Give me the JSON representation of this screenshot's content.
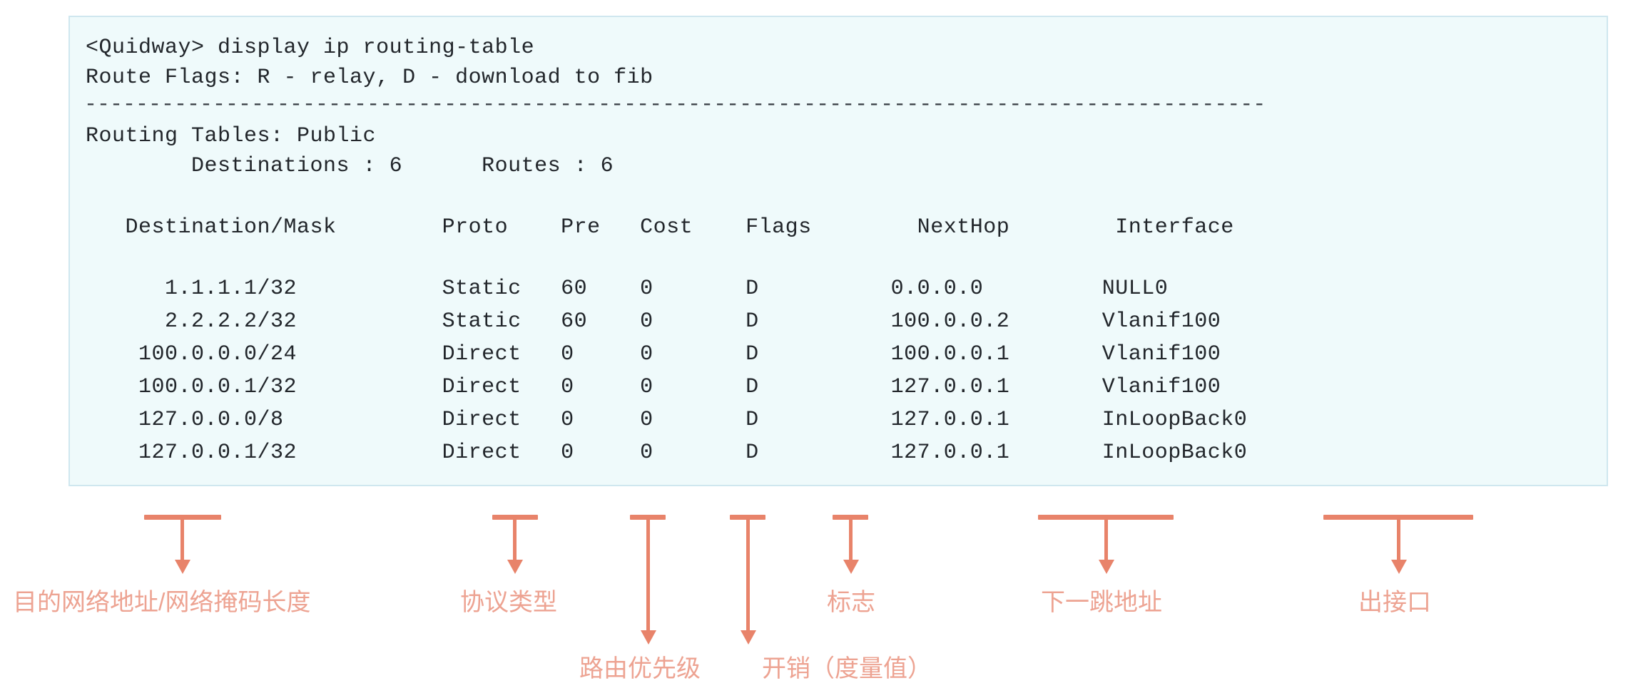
{
  "terminal": {
    "prompt_line": "<Quidway> display ip routing-table",
    "flags_line": "Route Flags: R - relay, D - download to fib",
    "divider": "--------------------------------------------------------------------------------------------",
    "tables_line": "Routing Tables: Public",
    "counts_line": "        Destinations : 6      Routes : 6",
    "column_header": "   Destination/Mask        Proto    Pre   Cost    Flags        NextHop        Interface",
    "columns": [
      "Destination/Mask",
      "Proto",
      "Pre",
      "Cost",
      "Flags",
      "NextHop",
      "Interface"
    ],
    "rows": [
      {
        "line": "      1.1.1.1/32           Static   60    0       D          0.0.0.0         NULL0",
        "destination": "1.1.1.1/32",
        "proto": "Static",
        "pre": "60",
        "cost": "0",
        "flags": "D",
        "nexthop": "0.0.0.0",
        "interface": "NULL0"
      },
      {
        "line": "      2.2.2.2/32           Static   60    0       D          100.0.0.2       Vlanif100",
        "destination": "2.2.2.2/32",
        "proto": "Static",
        "pre": "60",
        "cost": "0",
        "flags": "D",
        "nexthop": "100.0.0.2",
        "interface": "Vlanif100"
      },
      {
        "line": "    100.0.0.0/24           Direct   0     0       D          100.0.0.1       Vlanif100",
        "destination": "100.0.0.0/24",
        "proto": "Direct",
        "pre": "0",
        "cost": "0",
        "flags": "D",
        "nexthop": "100.0.0.1",
        "interface": "Vlanif100"
      },
      {
        "line": "    100.0.0.1/32           Direct   0     0       D          127.0.0.1       Vlanif100",
        "destination": "100.0.0.1/32",
        "proto": "Direct",
        "pre": "0",
        "cost": "0",
        "flags": "D",
        "nexthop": "127.0.0.1",
        "interface": "Vlanif100"
      },
      {
        "line": "    127.0.0.0/8            Direct   0     0       D          127.0.0.1       InLoopBack0",
        "destination": "127.0.0.0/8",
        "proto": "Direct",
        "pre": "0",
        "cost": "0",
        "flags": "D",
        "nexthop": "127.0.0.1",
        "interface": "InLoopBack0"
      },
      {
        "line": "    127.0.0.1/32           Direct   0     0       D          127.0.0.1       InLoopBack0",
        "destination": "127.0.0.1/32",
        "proto": "Direct",
        "pre": "0",
        "cost": "0",
        "flags": "D",
        "nexthop": "127.0.0.1",
        "interface": "InLoopBack0"
      }
    ]
  },
  "annotations": {
    "accent_color": "#e8836a",
    "label_color": "#eda392",
    "items": [
      {
        "label": "目的网络地址/网络掩码长度",
        "column": "Destination/Mask"
      },
      {
        "label": "协议类型",
        "column": "Proto"
      },
      {
        "label": "路由优先级",
        "column": "Pre"
      },
      {
        "label": "开销（度量值）",
        "column": "Cost"
      },
      {
        "label": "标志",
        "column": "Flags"
      },
      {
        "label": "下一跳地址",
        "column": "NextHop"
      },
      {
        "label": "出接口",
        "column": "Interface"
      }
    ]
  }
}
